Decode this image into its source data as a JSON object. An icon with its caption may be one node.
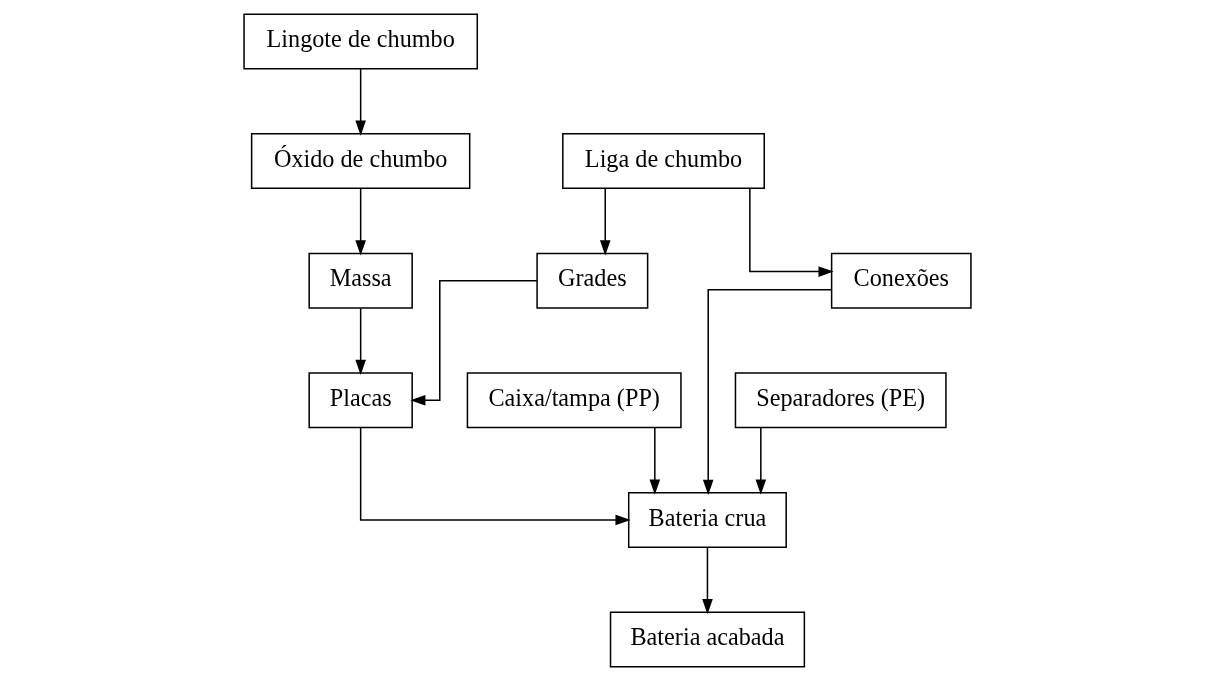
{
  "diagram": {
    "nodes": [
      {
        "text": [
          "Lingote de chumbo"
        ]
      },
      {
        "text": [
          "Liga de chumbo"
        ]
      },
      {
        "text": [
          "Caixa/tampa (PP)"
        ]
      },
      {
        "text": [
          "Separadores (PE)"
        ]
      },
      {
        "text": [
          "Óxido de chumbo"
        ]
      },
      {
        "text": [
          "Massa"
        ]
      },
      {
        "text": [
          "Grades"
        ]
      },
      {
        "text": [
          "Conexões"
        ]
      },
      {
        "text": [
          "Placas"
        ]
      },
      {
        "text": [
          "Bateria crua"
        ]
      },
      {
        "text": [
          "Bateria acabada"
        ]
      }
    ],
    "edges": [
      {
        "from": 0,
        "to": 4,
        "arrow": "to"
      },
      {
        "from": 4,
        "to": 5,
        "arrow": "to"
      },
      {
        "from": 1,
        "to": 6,
        "arrow": "to"
      },
      {
        "from": 1,
        "to": 7,
        "arrow": "to"
      },
      {
        "from": 2,
        "to": 9,
        "arrow": "to"
      },
      {
        "from": 3,
        "to": 9,
        "arrow": "to"
      },
      {
        "from": 5,
        "to": 8,
        "arrow": "to"
      },
      {
        "from": 6,
        "to": 8,
        "arrow": "to"
      },
      {
        "from": 7,
        "to": 9,
        "arrow": "to"
      },
      {
        "from": 8,
        "to": 9,
        "arrow": "to"
      },
      {
        "from": 9,
        "to": 10,
        "arrow": "to"
      }
    ]
  }
}
